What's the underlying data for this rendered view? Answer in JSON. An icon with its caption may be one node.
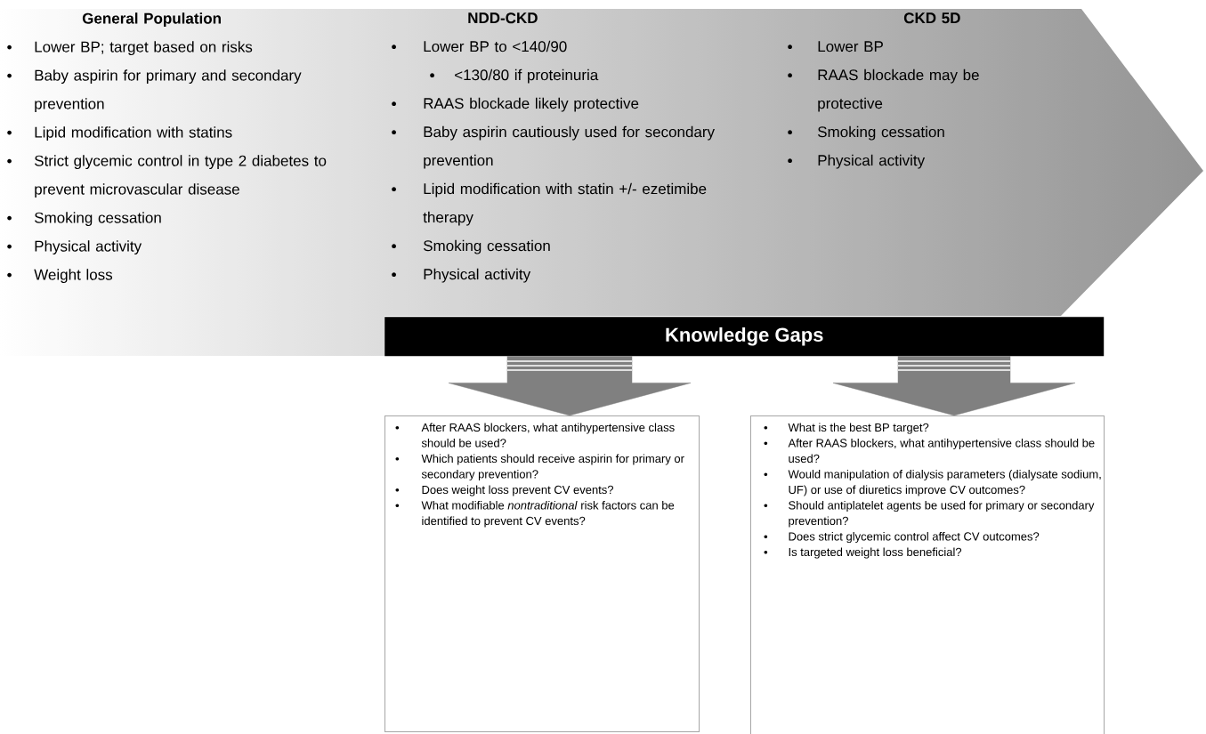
{
  "diagram": {
    "nodes": [
      {
        "text": [
          "General Population",
          "Lower BP; target based on risks",
          "Baby aspirin for primary and secondary prevention",
          "Lipid modification with statins",
          "Strict glycemic control in type 2 diabetes to prevent microvascular disease",
          "Smoking cessation",
          "Physical activity",
          "Weight loss"
        ]
      },
      {
        "text": [
          "NDD-CKD",
          "Lower BP to <140/90",
          "<130/80 if proteinuria",
          "RAAS blockade likely protective",
          "Baby aspirin cautiously used for secondary prevention",
          "Lipid modification with statin +/- ezetimibe therapy",
          "Smoking cessation",
          "Physical activity"
        ]
      },
      {
        "text": [
          "CKD 5D",
          "Lower BP",
          "RAAS blockade may be protective",
          "Smoking cessation",
          "Physical activity"
        ]
      },
      {
        "text": [
          "Knowledge Gaps"
        ]
      },
      {
        "text": [
          "After RAAS blockers, what antihypertensive class should be used?",
          "Which patients should receive aspirin for primary or secondary prevention?",
          "Does weight loss prevent CV events?",
          "What modifiable *nontraditional* risk factors can be identified to prevent CV events?"
        ]
      },
      {
        "text": [
          "What is the best BP target?",
          "After RAAS blockers, what antihypertensive class should be used?",
          "Would manipulation of dialysis parameters (dialysate sodium, UF) or use of diuretics improve CV outcomes?",
          "Should antiplatelet agents be used for primary or secondary prevention?",
          "Does strict glycemic control affect CV outcomes?",
          "Is targeted weight loss beneficial?"
        ]
      }
    ],
    "edges": [
      {
        "from": 3,
        "to": 4,
        "arrow": "to",
        "style": "thick",
        "color": "#808080"
      },
      {
        "from": 3,
        "to": 5,
        "arrow": "to",
        "style": "thick",
        "color": "#808080"
      }
    ]
  }
}
